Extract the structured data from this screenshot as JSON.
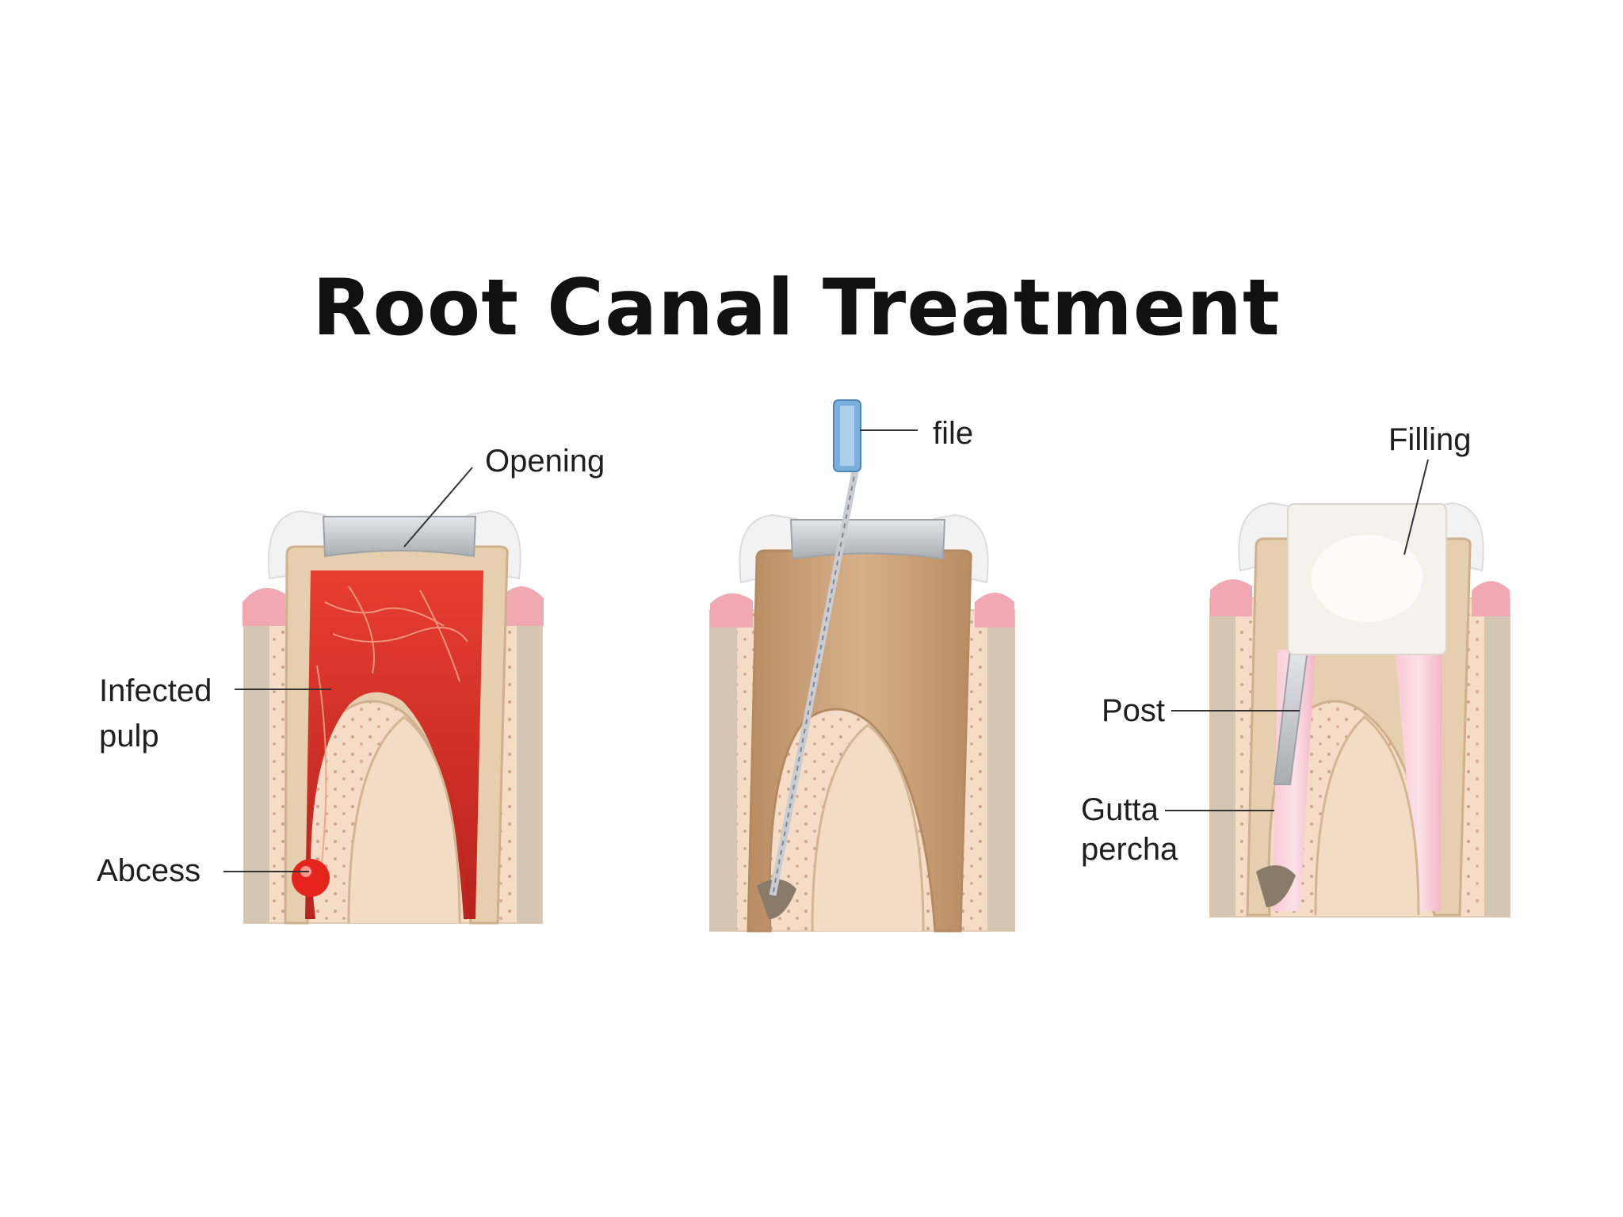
{
  "title": "Root Canal Treatment",
  "colors": {
    "enamel": "#f3f3f3",
    "gum": "#f2a8b3",
    "bone": "#f3dcc4",
    "dentin_outer": "#dcc3a4",
    "dentin_inner": "#c9a07a",
    "infection": "#d8251e",
    "filling": "#f5f2ec",
    "gutta_percha": "#f4c1cf",
    "metal": "#c4c7cc",
    "file_handle": "#7bb0dd"
  },
  "panels": [
    {
      "stage": "infected",
      "labels": {
        "opening": "Opening",
        "infected_pulp_line1": "Infected",
        "infected_pulp_line2": "pulp",
        "abcess": "Abcess"
      }
    },
    {
      "stage": "cleaning",
      "labels": {
        "file": "file"
      }
    },
    {
      "stage": "filled",
      "labels": {
        "filling": "Filling",
        "post": "Post",
        "gutta_line1": "Gutta",
        "gutta_line2": "percha"
      }
    }
  ]
}
